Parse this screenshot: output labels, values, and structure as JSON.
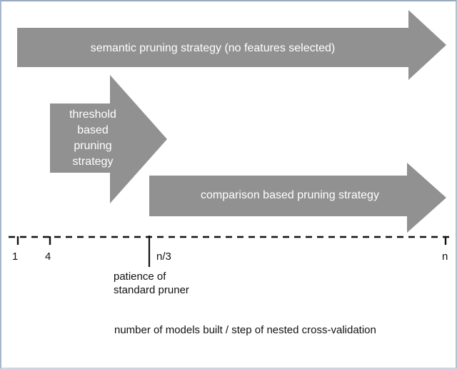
{
  "figure": {
    "background_color": "#ffffff",
    "border_color": "#a8b8cc",
    "arrow_fill": "#919191",
    "text_on_arrow_color": "#ffffff",
    "axis_color": "#111111"
  },
  "arrows": {
    "semantic": {
      "label": "semantic pruning strategy (no features selected)"
    },
    "threshold": {
      "line1": "threshold",
      "line2": "based",
      "line3": "pruning",
      "line4": "strategy"
    },
    "comparison": {
      "label": "comparison based pruning strategy"
    }
  },
  "axis": {
    "ticks": [
      {
        "label": "1"
      },
      {
        "label": "4"
      },
      {
        "label": "n/3"
      },
      {
        "label": "n"
      }
    ],
    "annotation": {
      "line1": "patience of",
      "line2": "standard pruner"
    },
    "caption": "number of models built / step of nested cross-validation"
  }
}
